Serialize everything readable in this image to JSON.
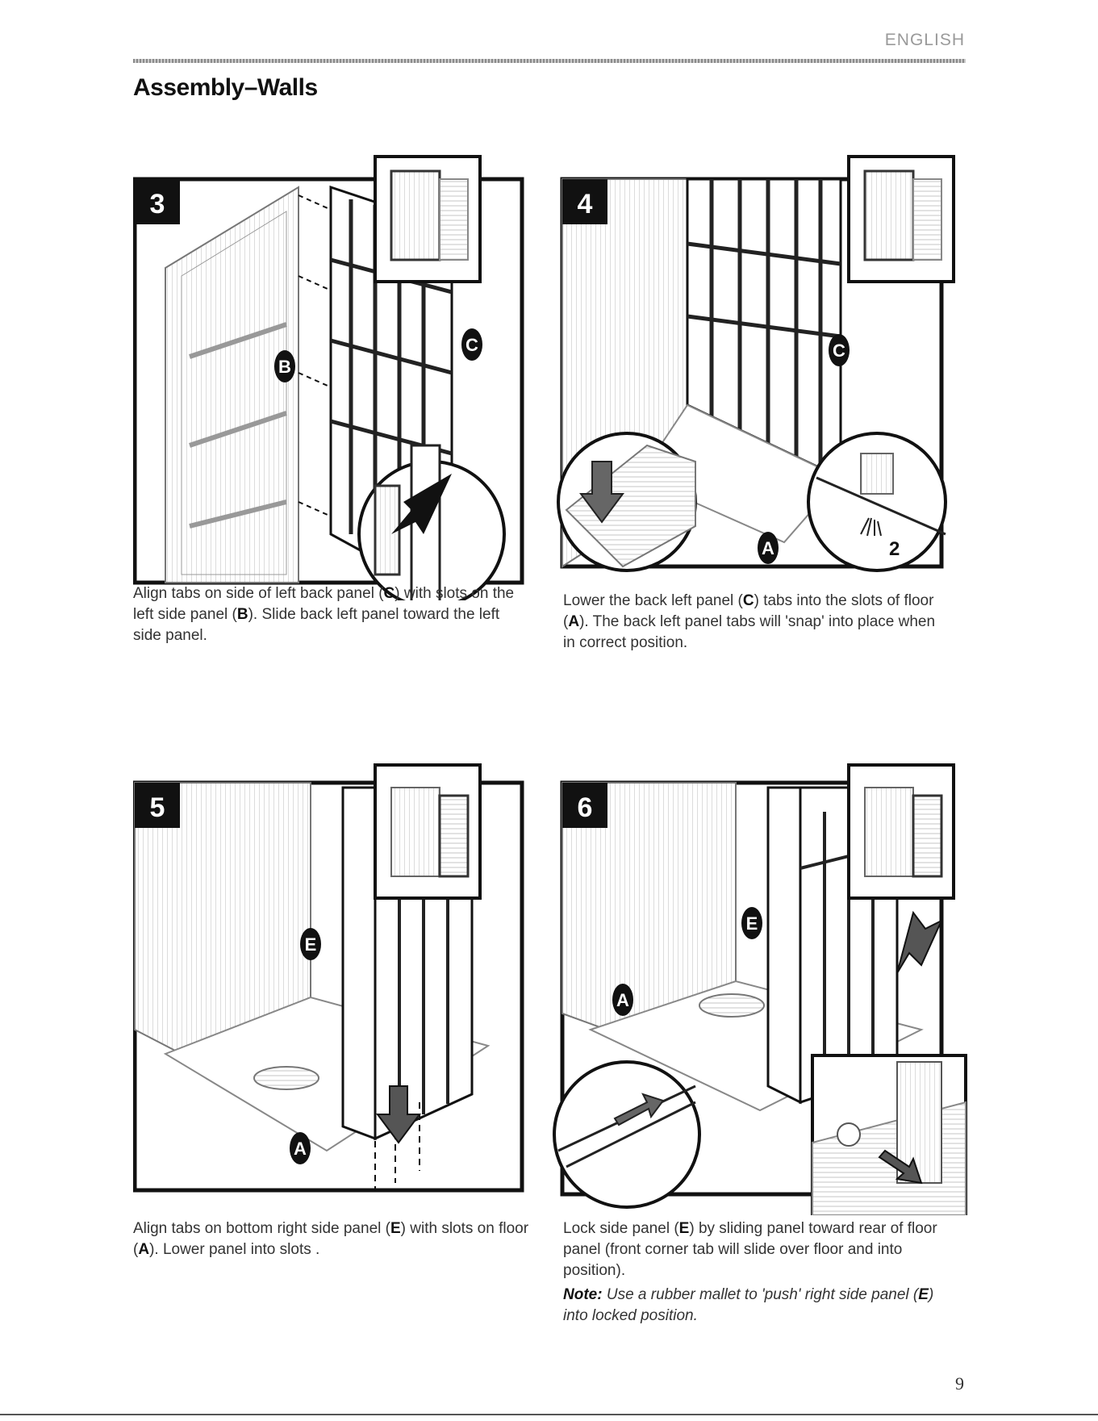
{
  "header": {
    "language": "ENGLISH"
  },
  "section": {
    "title": "Assembly–Walls"
  },
  "steps": [
    {
      "number": "3",
      "callouts": [
        "B",
        "C"
      ],
      "caption": {
        "t1": "Align tabs on side of left back panel (",
        "k1": "C",
        "t2": ") with slots on the left side panel (",
        "k2": "B",
        "t3": "). Slide back left panel toward the left side panel."
      }
    },
    {
      "number": "4",
      "callouts": [
        "C",
        "A"
      ],
      "annotation": "2",
      "caption": {
        "t1": "Lower the back left panel (",
        "k1": "C",
        "t2": ") tabs into the slots of floor (",
        "k2": "A",
        "t3": "). The back left panel tabs will 'snap' into place when in correct position."
      }
    },
    {
      "number": "5",
      "callouts": [
        "E",
        "A"
      ],
      "caption": {
        "t1": "Align tabs on bottom right side panel (",
        "k1": "E",
        "t2": ") with slots on floor (",
        "k2": "A",
        "t3": "). Lower panel into slots ."
      }
    },
    {
      "number": "6",
      "callouts": [
        "E",
        "A"
      ],
      "caption": {
        "t1": "Lock side panel (",
        "k1": "E",
        "t2": ") by sliding panel toward rear of floor panel (front corner tab will slide over floor and into position)."
      },
      "note": {
        "label": "Note:",
        "t1": " Use a rubber mallet to 'push' right side panel (",
        "k1": "E",
        "t2": ") into locked position."
      }
    }
  ],
  "footer": {
    "page_number": "9"
  }
}
